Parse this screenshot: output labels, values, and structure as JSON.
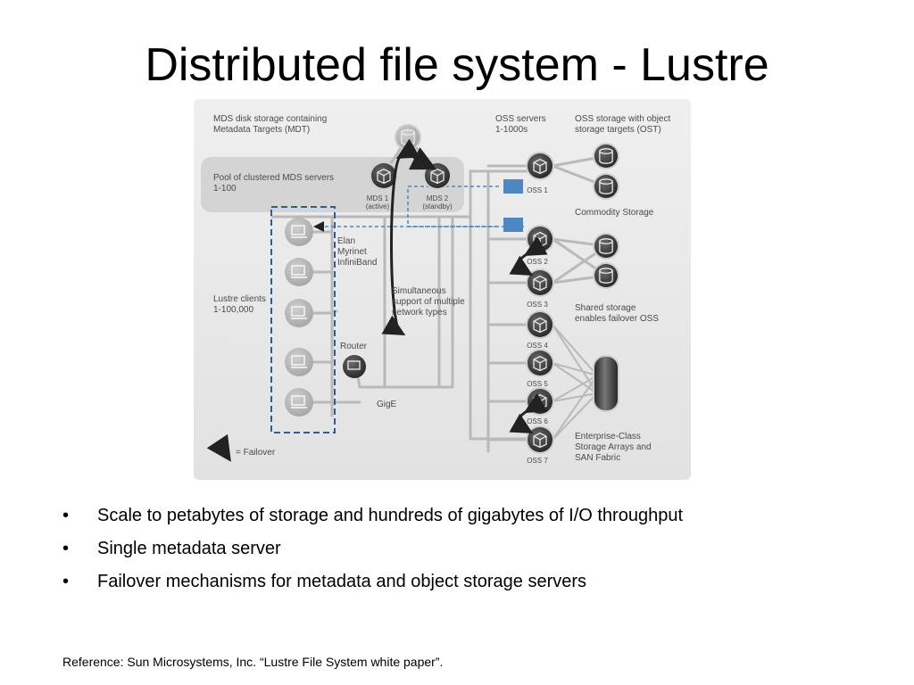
{
  "title": "Distributed file system - Lustre",
  "diagram": {
    "labels": {
      "mds_storage": [
        "MDS disk storage containing",
        "Metadata Targets (MDT)"
      ],
      "mds_pool": [
        "Pool of clustered MDS servers",
        "1-100"
      ],
      "mds1": [
        "MDS 1",
        "(active)"
      ],
      "mds2": [
        "MDS 2",
        "(standby)"
      ],
      "oss_servers": [
        "OSS servers",
        "1-1000s"
      ],
      "oss_storage": [
        "OSS storage with object",
        "storage targets (OST)"
      ],
      "commodity": "Commodity Storage",
      "networks": [
        "Elan",
        "Myrinet",
        "InfiniBand"
      ],
      "simultaneous": [
        "Simultaneous",
        "support of multiple",
        "network types"
      ],
      "clients": [
        "Lustre clients",
        "1-100,000"
      ],
      "router": "Router",
      "gige": "GigE",
      "shared": [
        "Shared storage",
        "enables failover OSS"
      ],
      "enterprise": [
        "Enterprise-Class",
        "Storage Arrays and",
        "SAN Fabric"
      ],
      "failover_legend": "= Failover",
      "oss_nodes": [
        "OSS 1",
        "OSS 2",
        "OSS 3",
        "OSS 4",
        "OSS 5",
        "OSS 6",
        "OSS 7"
      ]
    },
    "colors": {
      "panel": "#ebebeb",
      "pool": "#d4d4d4",
      "line": "#b9b9b9",
      "node": "#333333",
      "client": "#b5b5b5",
      "accent": "#4e86c2",
      "dashed": "#2f5d96"
    }
  },
  "bullets": [
    "Scale to petabytes of storage and hundreds of gigabytes of I/O throughput",
    "Single metadata server",
    "Failover mechanisms for metadata and object storage servers"
  ],
  "reference": "Reference: Sun Microsystems, Inc. “Lustre File System white paper”."
}
